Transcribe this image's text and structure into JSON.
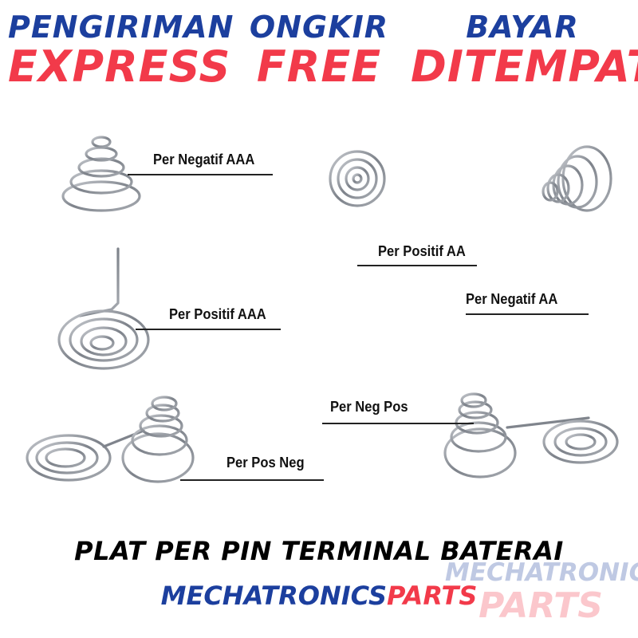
{
  "banner": {
    "col1": {
      "top": "PENGIRIMAN",
      "bottom": "EXPRESS"
    },
    "col2": {
      "top": "ONGKIR",
      "bottom": "FREE"
    },
    "col3": {
      "top": "BAYAR",
      "bottom": "DITEMPAT"
    }
  },
  "labels": {
    "neg_aaa": "Per Negatif AAA",
    "pos_aaa": "Per Positif AAA",
    "pos_aa": "Per Positif AA",
    "neg_aa": "Per Negatif AA",
    "pos_neg": "Per Pos Neg",
    "neg_pos": "Per Neg Pos"
  },
  "footer": {
    "title": "PLAT PER PIN TERMINAL BATERAI",
    "brand_primary": "MECHATRONICS",
    "brand_secondary": "PARTS"
  },
  "watermark": {
    "line1": "MECHATRONIC",
    "line2": "PARTS"
  },
  "colors": {
    "banner_blue": "#1c3f9e",
    "banner_red": "#f23a4a",
    "wire": "#8a8e94"
  }
}
